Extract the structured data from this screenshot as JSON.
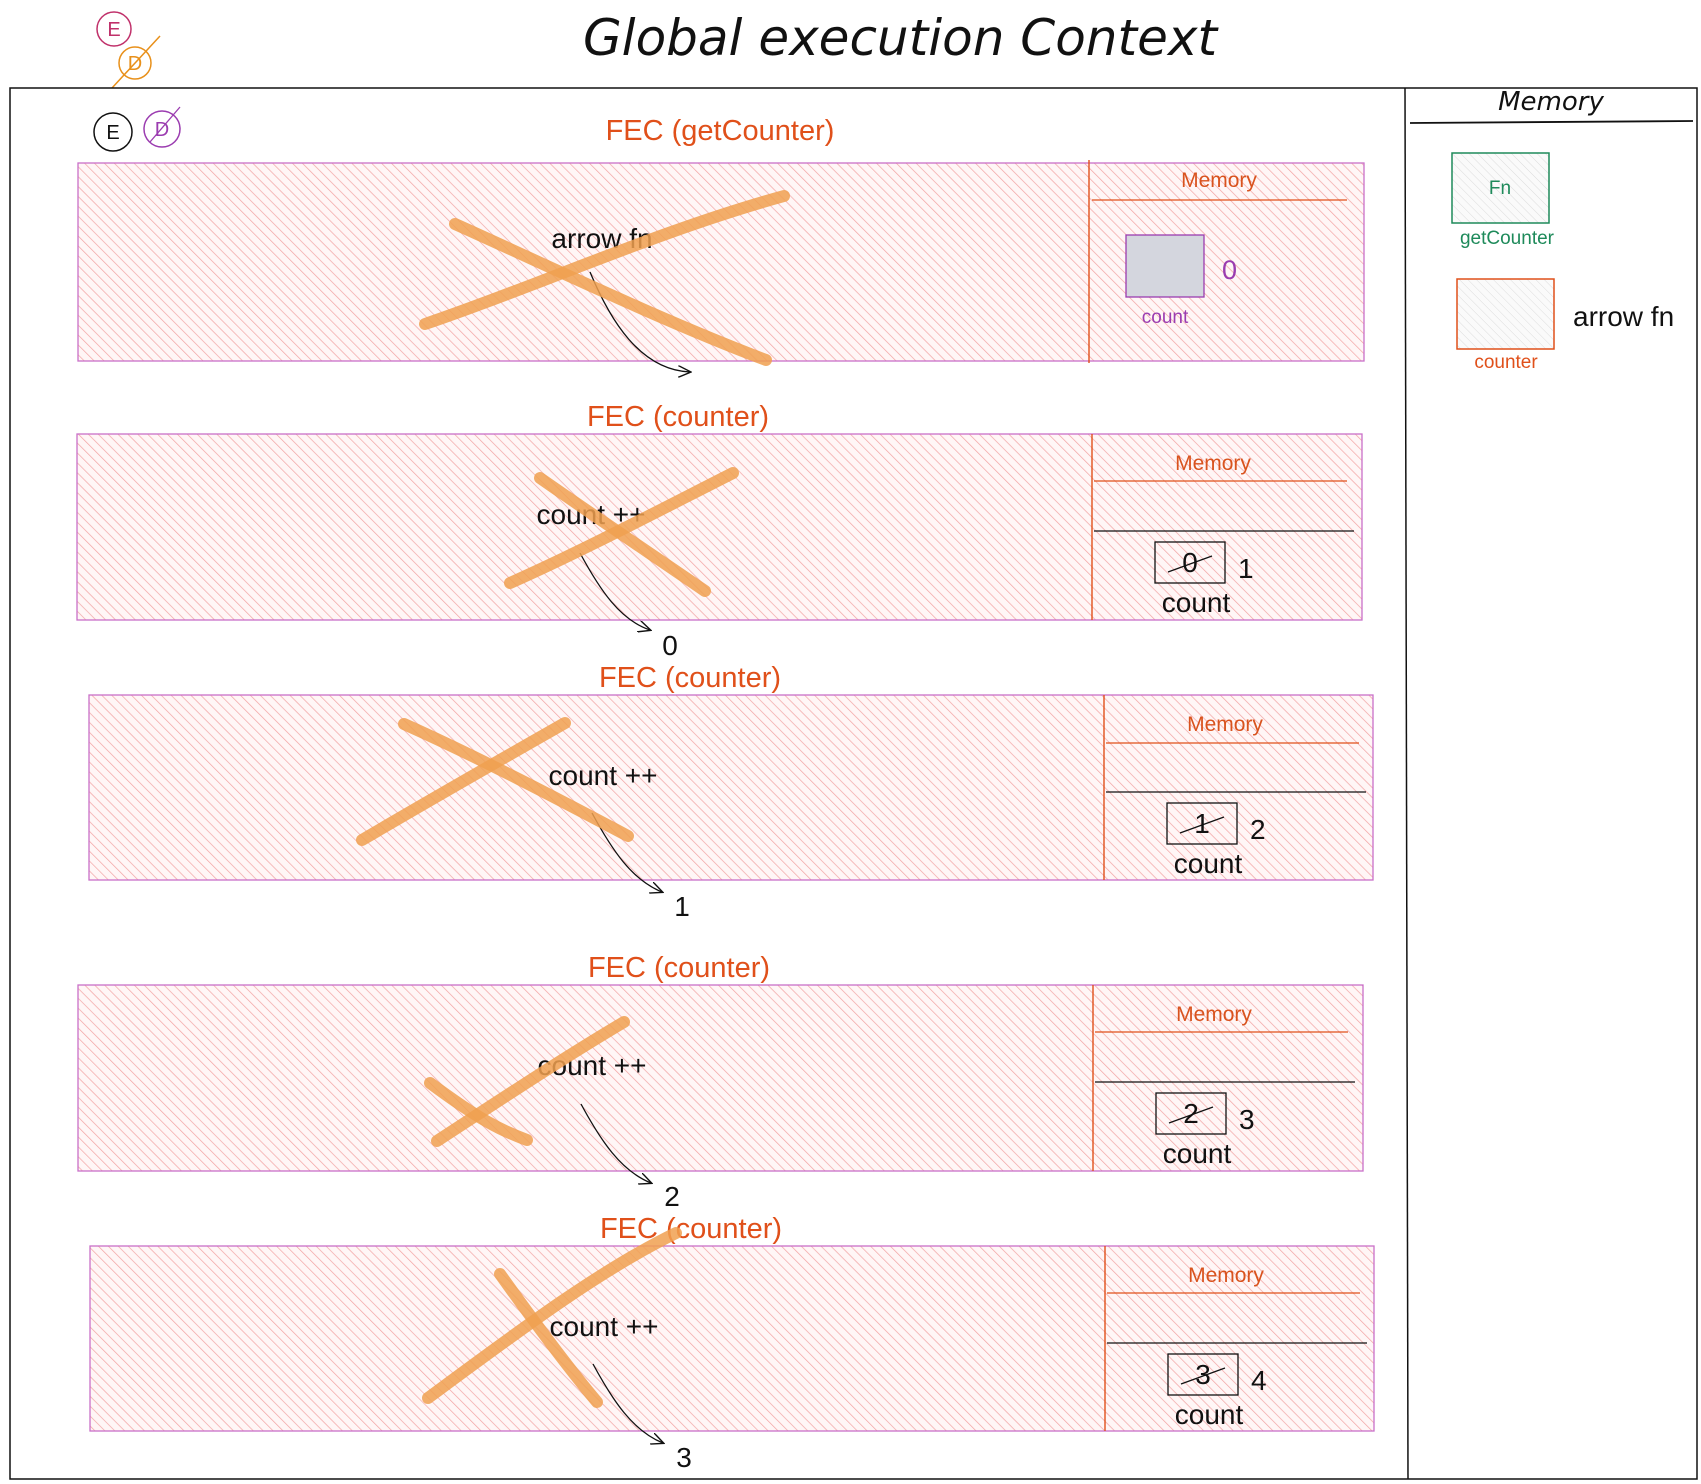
{
  "title": "Global execution Context",
  "legend_top": {
    "e": "E",
    "d": "D"
  },
  "legend_inner": {
    "e": "E",
    "d": "D"
  },
  "fec_blocks": [
    {
      "title": "FEC (getCounter)",
      "code": "arrow fn",
      "memory_label": "Memory",
      "count_old": "0",
      "count_new": "",
      "count_label": "count",
      "output": ""
    },
    {
      "title": "FEC (counter)",
      "code": "count ++",
      "memory_label": "Memory",
      "count_old": "0",
      "count_new": "1",
      "count_label": "count",
      "output": "0"
    },
    {
      "title": "FEC (counter)",
      "code": "count ++",
      "memory_label": "Memory",
      "count_old": "1",
      "count_new": "2",
      "count_label": "count",
      "output": "1"
    },
    {
      "title": "FEC (counter)",
      "code": "count ++",
      "memory_label": "Memory",
      "count_old": "2",
      "count_new": "3",
      "count_label": "count",
      "output": "2"
    },
    {
      "title": "FEC (counter)",
      "code": "count ++",
      "memory_label": "Memory",
      "count_old": "3",
      "count_new": "4",
      "count_label": "count",
      "output": "3"
    }
  ],
  "global_memory": {
    "heading": "Memory",
    "items": [
      {
        "box_text": "Fn",
        "label": "getCounter",
        "value": ""
      },
      {
        "box_text": "",
        "label": "counter",
        "value": "arrow fn"
      }
    ]
  },
  "colors": {
    "orange": "#e0501a",
    "purple": "#9b3cb0",
    "green": "#1e8a5a",
    "hatch": "#f3a0a0",
    "cross": "#f0a050"
  }
}
